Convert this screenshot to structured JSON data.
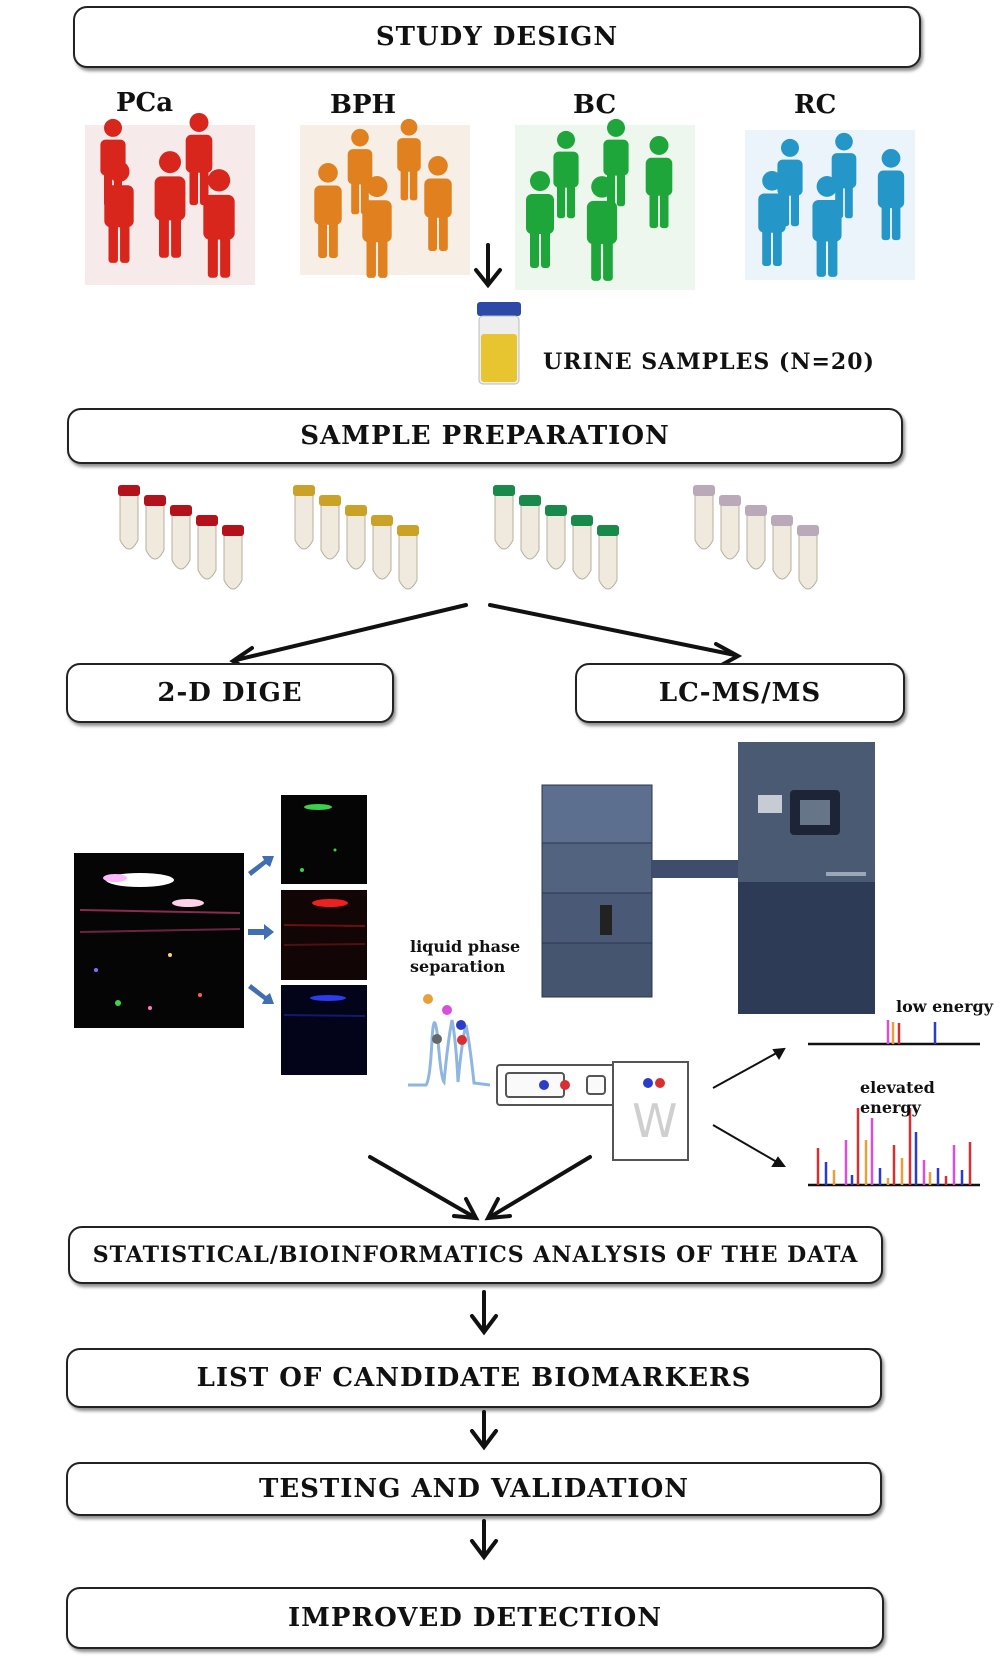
{
  "steps": {
    "study_design": "STUDY DESIGN",
    "sample_preparation": "SAMPLE PREPARATION",
    "dige": "2-D DIGE",
    "lcms": "LC-MS/MS",
    "analysis": "STATISTICAL/BIOINFORMATICS ANALYSIS OF THE DATA",
    "candidates": "LIST OF CANDIDATE BIOMARKERS",
    "validation": "TESTING AND VALIDATION",
    "detection": "IMPROVED DETECTION"
  },
  "groups": [
    {
      "label": "PCa",
      "color": "#d8261c"
    },
    {
      "label": "BPH",
      "color": "#e0801e"
    },
    {
      "label": "BC",
      "color": "#1ea63a"
    },
    {
      "label": "RC",
      "color": "#2596c8"
    }
  ],
  "urine": "URINE SAMPLES (N=20)",
  "tube_caps": [
    "#b3121b",
    "#c9a227",
    "#1a8a4a",
    "#b9a9b9"
  ],
  "lc": {
    "liquid_phase": "liquid phase separation",
    "low_energy": "low energy",
    "elevated_energy": "elevated energy",
    "waters_logo": "W"
  }
}
